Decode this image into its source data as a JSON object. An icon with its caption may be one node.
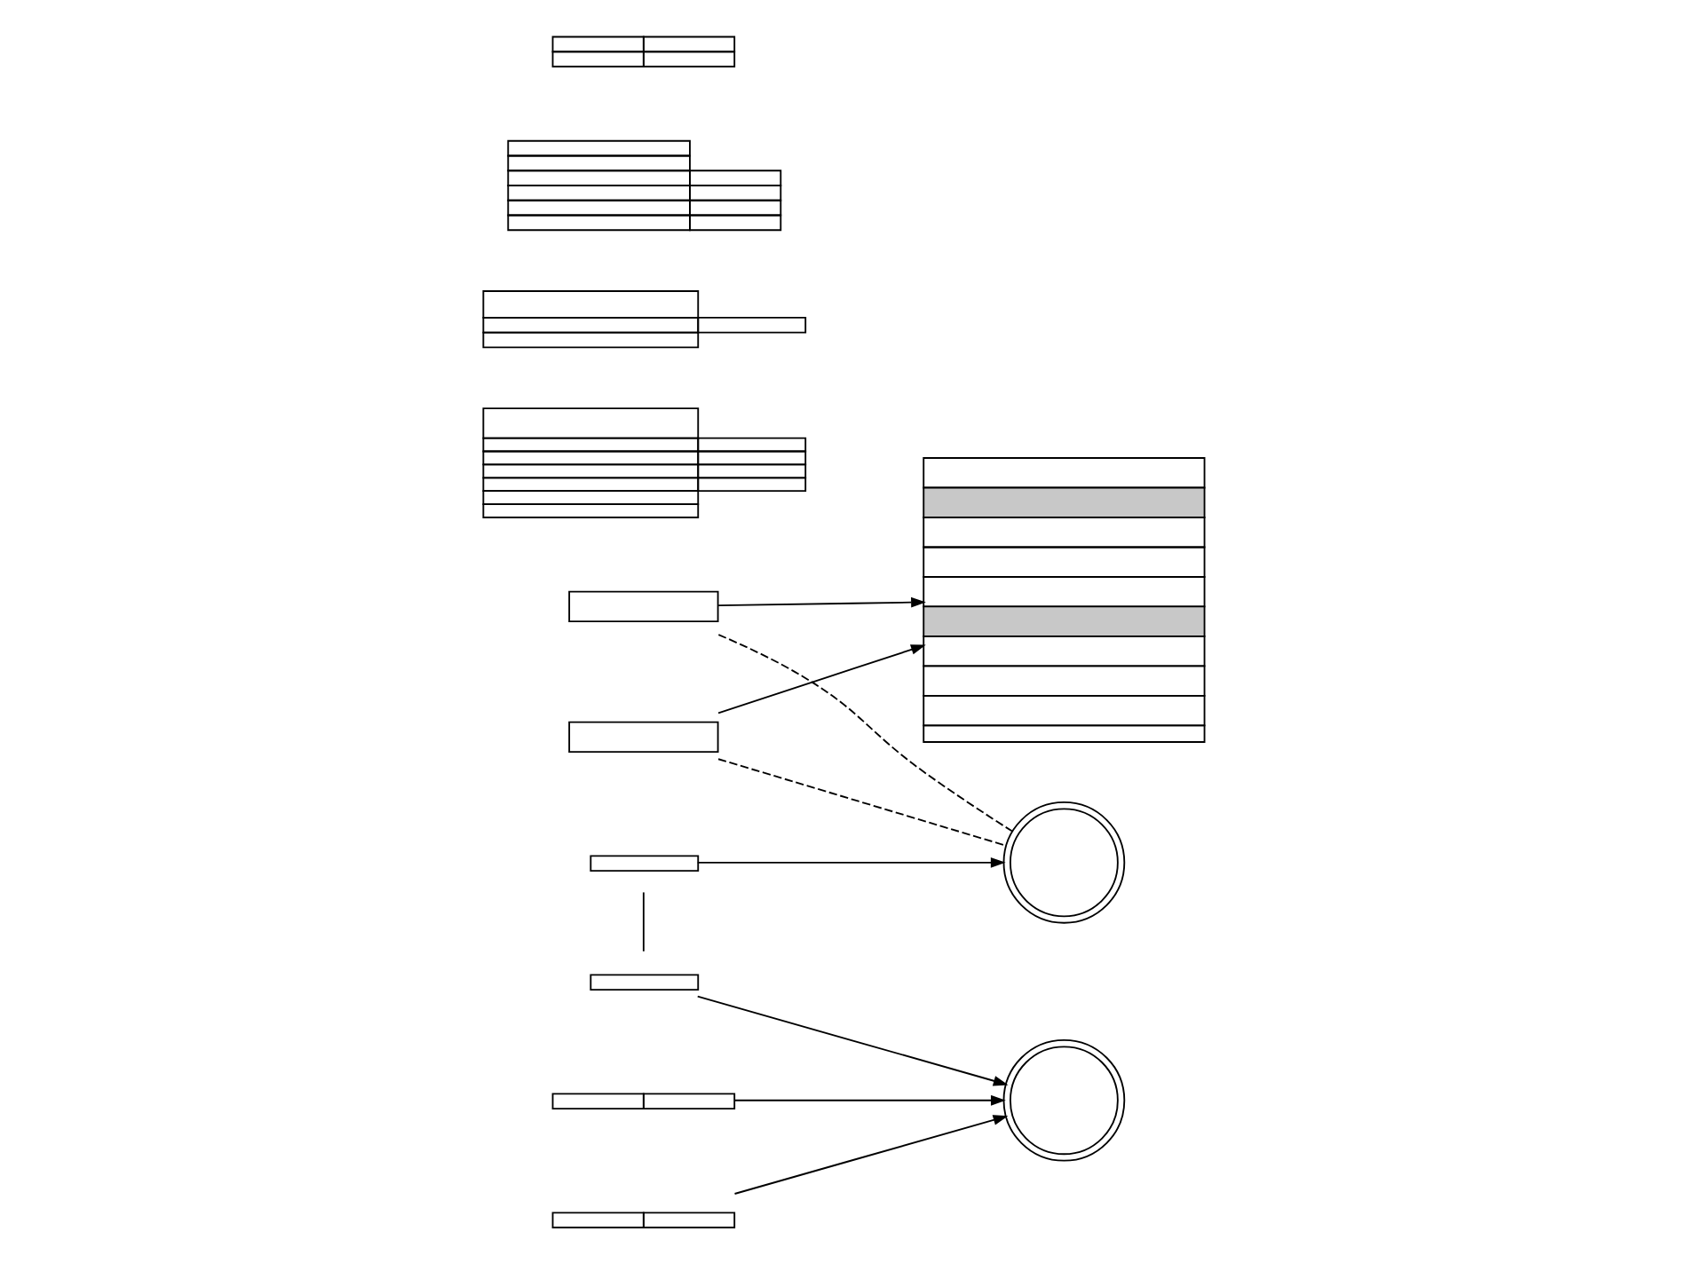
{
  "diagram": {
    "nodes": [
      {
        "text": [],
        "shape": "box"
      },
      {
        "text": [],
        "shape": "box"
      },
      {
        "text": [],
        "shape": "box"
      },
      {
        "text": [],
        "shape": "box"
      },
      {
        "text": [],
        "shape": "ring"
      },
      {
        "text": [],
        "shape": "box"
      },
      {
        "text": [],
        "shape": "box"
      },
      {
        "text": [],
        "shape": "box"
      },
      {
        "text": [],
        "shape": "ring"
      },
      {
        "text": [],
        "shape": "box"
      },
      {
        "text": [],
        "shape": "box"
      },
      {
        "text": [],
        "shape": "box"
      },
      {
        "text": [],
        "shape": "box"
      }
    ],
    "edges": [
      {
        "from": 2,
        "to": 0,
        "arrow": "to"
      },
      {
        "from": 3,
        "to": 0,
        "arrow": "to"
      },
      {
        "from": 2,
        "to": 4,
        "arrow": "none",
        "style": "dashed"
      },
      {
        "from": 3,
        "to": 4,
        "arrow": "none",
        "style": "dashed"
      },
      {
        "from": 6,
        "to": 4,
        "arrow": "to"
      },
      {
        "from": 6,
        "to": 7,
        "arrow": "none"
      },
      {
        "from": 7,
        "to": 8,
        "arrow": "to"
      },
      {
        "from": 10,
        "to": 8,
        "arrow": "to"
      },
      {
        "from": 12,
        "to": 8,
        "arrow": "to"
      }
    ]
  }
}
